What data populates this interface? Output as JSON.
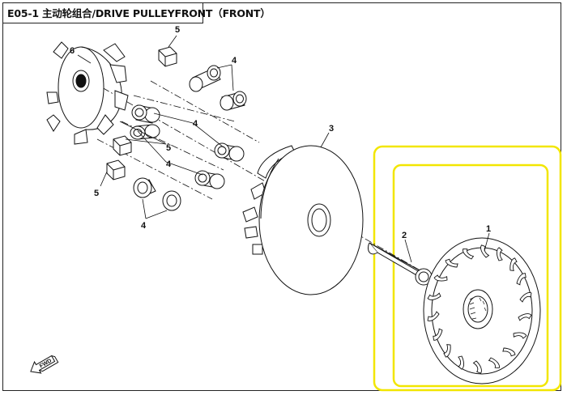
{
  "title": "E05-1 主动轮组合/DRIVE PULLEYFRONT（FRONT）",
  "fwd_label": "FWD",
  "callouts": {
    "c1": "1",
    "c2": "2",
    "c3": "3",
    "c4a": "4",
    "c4b": "4",
    "c4c": "4",
    "c4d": "4",
    "c5a": "5",
    "c5b": "5",
    "c5c": "5",
    "c6": "6"
  },
  "highlight_color": "#f2e600",
  "line_color": "#111111"
}
